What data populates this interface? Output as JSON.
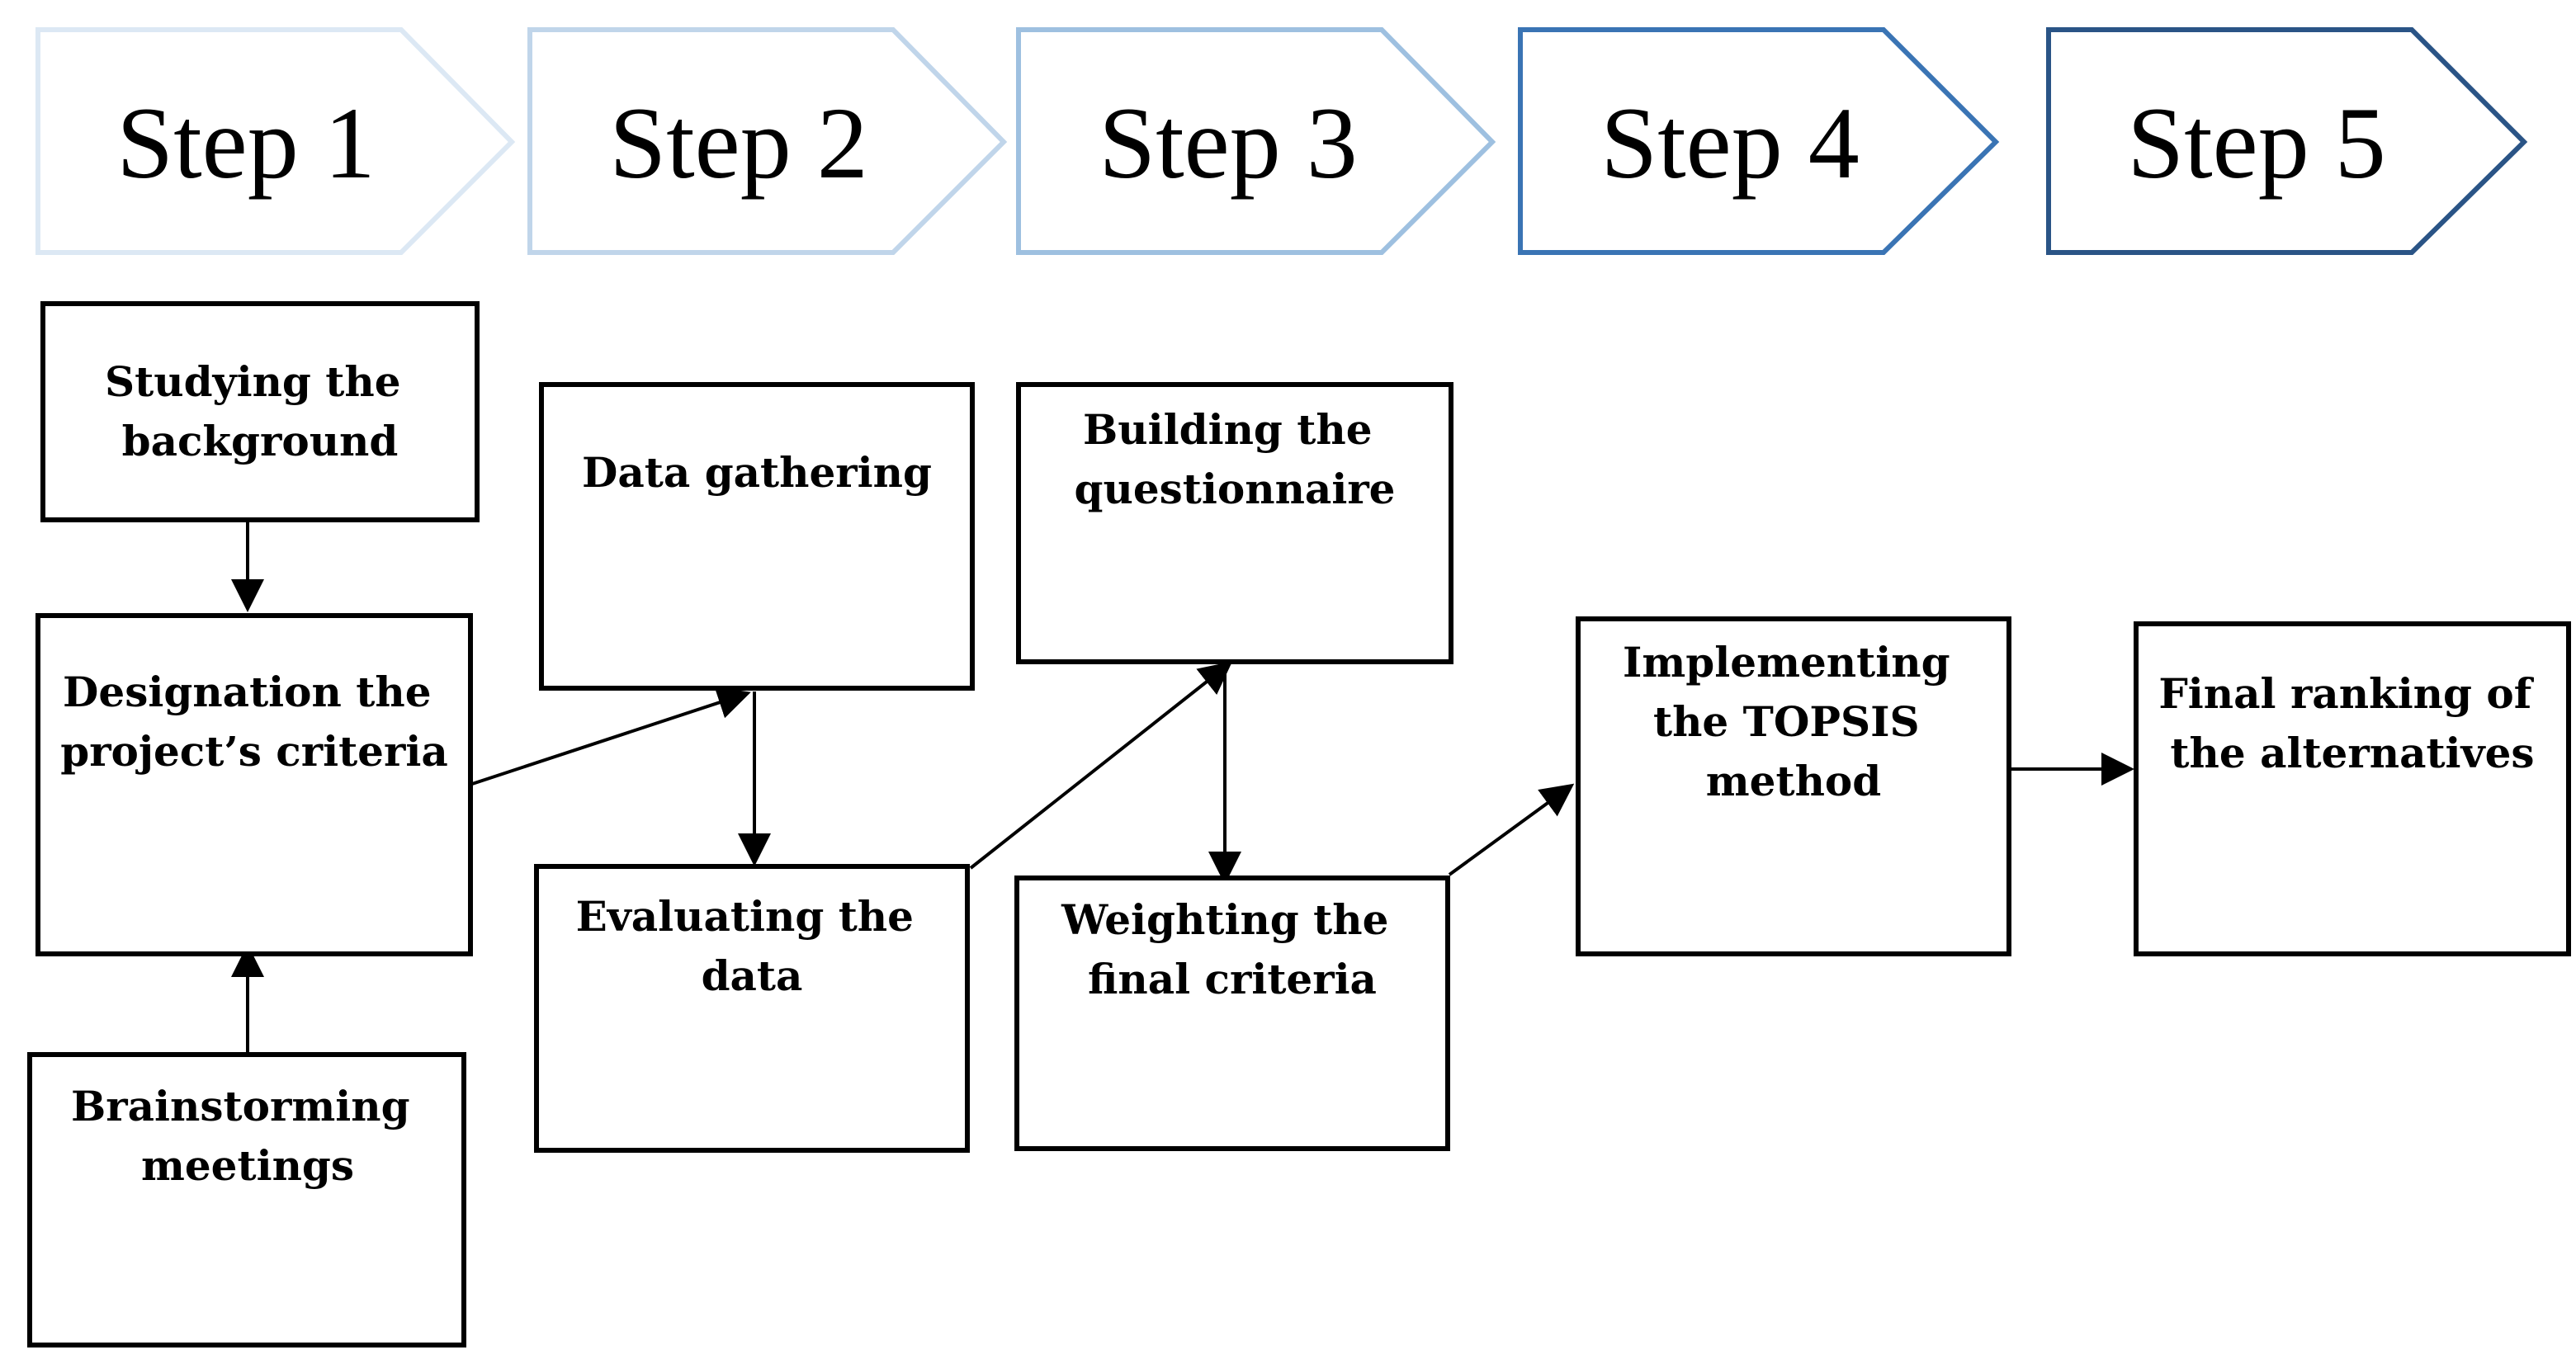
{
  "steps": [
    {
      "label": "Step 1",
      "color": "#dce8f4"
    },
    {
      "label": "Step 2",
      "color": "#c0d5ea"
    },
    {
      "label": "Step 3",
      "color": "#9ec0e0"
    },
    {
      "label": "Step 4",
      "color": "#3a74b4"
    },
    {
      "label": "Step 5",
      "color": "#2a5486"
    }
  ],
  "boxes": {
    "studying": [
      "Studying the",
      "background"
    ],
    "designation": [
      "Designation the",
      "project’s criteria"
    ],
    "brainstorming": [
      "Brainstorming",
      "meetings"
    ],
    "gathering": [
      "Data gathering"
    ],
    "evaluating": [
      "Evaluating the",
      "data"
    ],
    "building": [
      "Building the",
      "questionnaire"
    ],
    "weighting": [
      "Weighting the",
      "final criteria"
    ],
    "topsis": [
      "Implementing",
      "the TOPSIS",
      "method"
    ],
    "ranking": [
      "Final ranking of",
      "the alternatives"
    ]
  }
}
